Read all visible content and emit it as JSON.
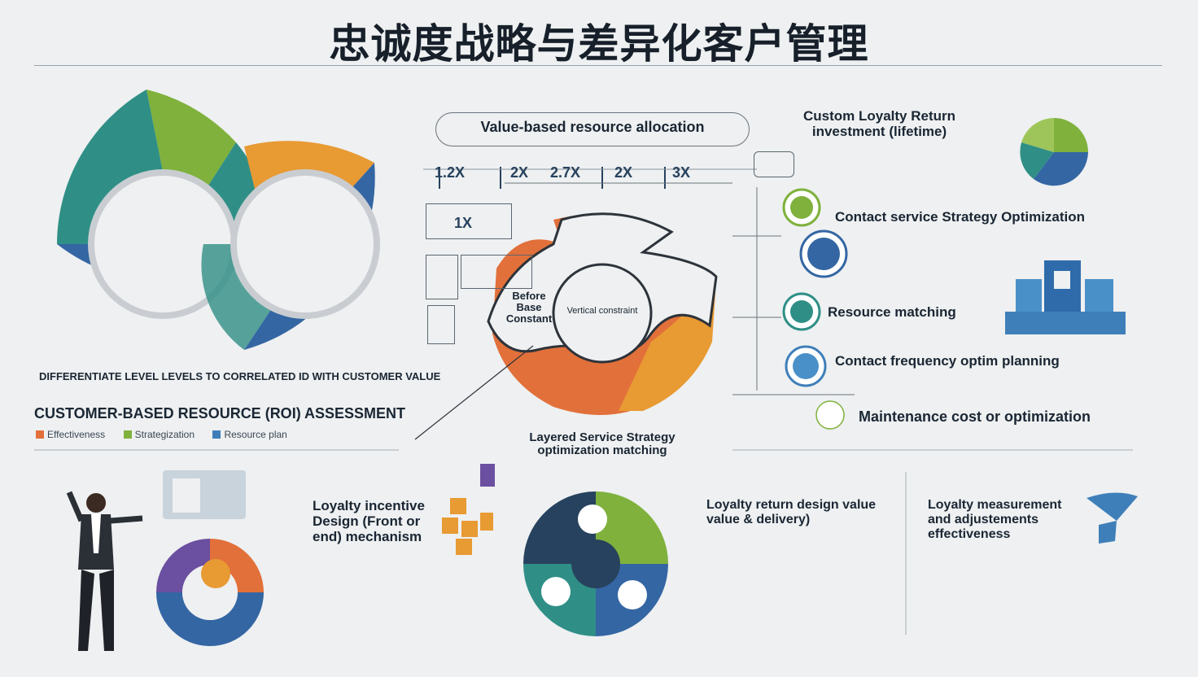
{
  "title": "忠诚度战略与差异化客户管理",
  "top_center": {
    "pill_label": "Value-based resource allocation",
    "multipliers": [
      "1.2X",
      "2X",
      "2.7X",
      "2X",
      "3X"
    ],
    "box_multiplier": "1X"
  },
  "left_section": {
    "ring_caption": "DIFFERENTIATE LEVEL LEVELS TO CORRELATED ID WITH CUSTOMER VALUE",
    "heading": "CUSTOMER-BASED RESOURCE (ROI) ASSESSMENT",
    "legend": [
      {
        "label": "Effectiveness",
        "color": "#e2703a"
      },
      {
        "label": "Strategization",
        "color": "#7fb13c"
      },
      {
        "label": "Resource plan",
        "color": "#3f7fb9"
      }
    ]
  },
  "center_diagram": {
    "inner_left_label": "Before Base Constant",
    "inner_center_label": "Vertical constraint",
    "caption": "Layered Service Strategy optimization matching"
  },
  "right_section": {
    "roi_title": "Custom Loyalty Return investment (lifetime)",
    "items": [
      {
        "label": "Contact service Strategy Optimization"
      },
      {
        "label": "Resource matching"
      },
      {
        "label": "Contact frequency optim planning"
      },
      {
        "label": "Maintenance cost or optimization"
      }
    ]
  },
  "bottom": {
    "col1_title": "Loyalty incentive Design (Front or end) mechanism",
    "col2_title": "Loyalty return design value value & delivery)",
    "col3_title": "Loyalty measurement and adjustements effectiveness"
  },
  "colors": {
    "green": "#7fb13c",
    "teal": "#2f8f86",
    "blue": "#3466a3",
    "orange": "#e89a33",
    "red_orange": "#e2703a",
    "navy": "#27425e",
    "purple": "#6b4fa0"
  }
}
